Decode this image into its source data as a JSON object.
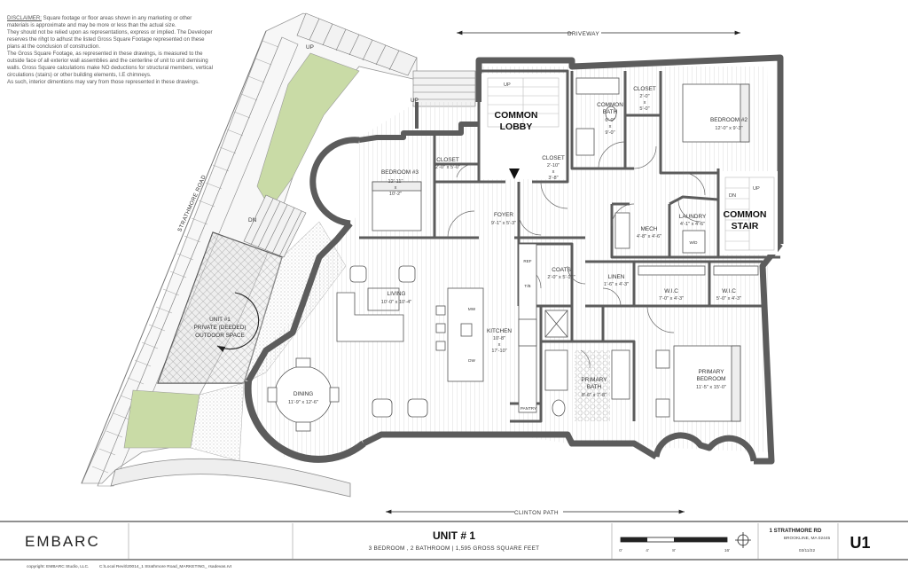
{
  "disclaimer": {
    "lead": "DISCLAIMER:",
    "p1": " Square footage or floor areas shown in any marketing or other materials is approximate and may be more or less than the actual size.",
    "p2": "They should not be relied upon as representations, express or implied. The Developer reserves the rihgt to adhust the listed Gross Square Footage represented on these plans at the conclusion of construction.",
    "p3": "The Gross Square Footage, as represented in these drawings, is measured to the outside face of all exterior wall assemblies and the centerline of unit to unit demising walls. Gross Square calculations make NO deductions for structural members, vertical circulations (stairs) or other building elements, I.E chimneys.",
    "p4": "As such, interior dimentions may vary from those represented in these drawings."
  },
  "streets": {
    "driveway": "DRIVEWAY",
    "clinton_path": "CLINTON PATH",
    "strathmore_road": "STRATHMORE ROAD"
  },
  "stair_labels": {
    "up_top": "UP",
    "up_entry": "UP",
    "dn_left": "DN",
    "up_lobby": "UP",
    "dn_common": "DN",
    "up_common": "UP"
  },
  "rooms": {
    "common_lobby": {
      "line1": "COMMON",
      "line2": "LOBBY"
    },
    "common_stair": {
      "line1": "COMMON",
      "line2": "STAIR"
    },
    "common_bath": {
      "line1": "COMMON",
      "line2": "BATH",
      "dim1": "6'-0\"",
      "dim2": "x",
      "dim3": "9'-0\""
    },
    "closet_top": {
      "name": "CLOSET",
      "dim1": "2'-0\"",
      "dim2": "x",
      "dim3": "5'-0\""
    },
    "bedroom2": {
      "name": "BEDROOM #2",
      "dim": "12'-0\" x 9'-3\""
    },
    "bedroom3": {
      "name": "BEDROOM #3",
      "dim1": "12'-11\"",
      "dim2": "x",
      "dim3": "10'-2\""
    },
    "closet_b3": {
      "name": "CLOSET",
      "dim": "2'-0\" x 5'-0\""
    },
    "closet_lobby": {
      "name": "CLOSET",
      "dim1": "2'-10\"",
      "dim2": "x",
      "dim3": "3'-8\""
    },
    "foyer": {
      "name": "FOYER",
      "dim": "9'-1\" x 5'-3\""
    },
    "mech": {
      "name": "MECH",
      "dim": "4'-8\" x 4'-6\""
    },
    "laundry": {
      "name": "LAUNDRY",
      "dim": "4'-1\" x 4'-6\"",
      "wd": "W/D"
    },
    "coats": {
      "name": "COATS",
      "dim": "2'-0\" x 5'-10\""
    },
    "linen": {
      "name": "LINEN",
      "dim": "1'-6\" x 4'-3\""
    },
    "wic1": {
      "name": "W.I.C",
      "dim": "7'-0\" x 4'-3\""
    },
    "wic2": {
      "name": "W.I.C",
      "dim": "5'-0\" x 4'-3\""
    },
    "living": {
      "name": "LIVING",
      "dim": "10'-0\" x 10'-4\""
    },
    "kitchen": {
      "name": "KITCHEN",
      "dim1": "10'-8\"",
      "dim2": "x",
      "dim3": "17'-10\""
    },
    "dining": {
      "name": "DINING",
      "dim": "11'-9\" x 12'-6\""
    },
    "primary_bath": {
      "line1": "PRIMARY",
      "line2": "BATH",
      "dim": "8'-6\" x 7'-8\""
    },
    "primary_bedroom": {
      "line1": "PRIMARY",
      "line2": "BEDROOM",
      "dim": "11'-5\" x 15'-0\""
    },
    "outdoor": {
      "line1": "UNIT #1",
      "line2": "PRIVATE (DEEDED)",
      "line3": "OUTDOOR SPACE"
    }
  },
  "fixtures": {
    "ref": "REF",
    "tb": "T/B",
    "mw": "MW",
    "dw": "DW",
    "pantry": "PANTRY"
  },
  "title_block": {
    "logo": "EMBARC",
    "unit": "UNIT # 1",
    "summary": "3 BEDROOM , 2 BATHROOM | 1,595 GROSS SQUARE FEET",
    "scale_0": "0'",
    "scale_4": "4'",
    "scale_8": "8'",
    "scale_16": "16'",
    "address": "1 STRATHMORE RD",
    "city": "BROOKLINE, MA 02445",
    "date": "03/11/22",
    "sheet": "U1",
    "copyright": "copyright: EMBARC Studio, LLC.",
    "file_path": "C:\\Local Revit\\20014_1 Strathmore Road_MARKETING_ rsadevas.rvt"
  },
  "colors": {
    "wall": "#5c5c5c",
    "lawn": "#c9dba6",
    "hatch": "#888888",
    "floor_line": "#d9d9d9"
  }
}
